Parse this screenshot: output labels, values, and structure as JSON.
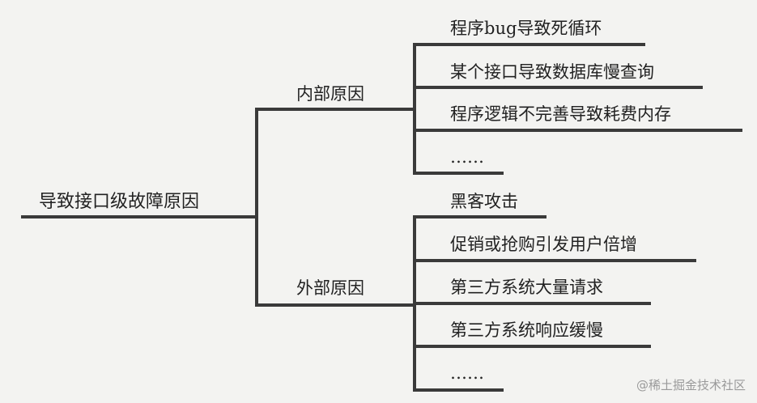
{
  "root": "导致接口级故障原因",
  "branches": [
    {
      "label": "内部原因",
      "items": [
        "程序bug导致死循环",
        "某个接口导致数据库慢查询",
        "程序逻辑不完善导致耗费内存",
        "……"
      ]
    },
    {
      "label": "外部原因",
      "items": [
        "黑客攻击",
        "促销或抢购引发用户倍增",
        "第三方系统大量请求",
        "第三方系统响应缓慢",
        "……"
      ]
    }
  ],
  "watermark": "@稀土掘金技术社区",
  "colors": {
    "line": "#3a3a3a",
    "background": "#f3f3f1",
    "text": "#222222"
  }
}
